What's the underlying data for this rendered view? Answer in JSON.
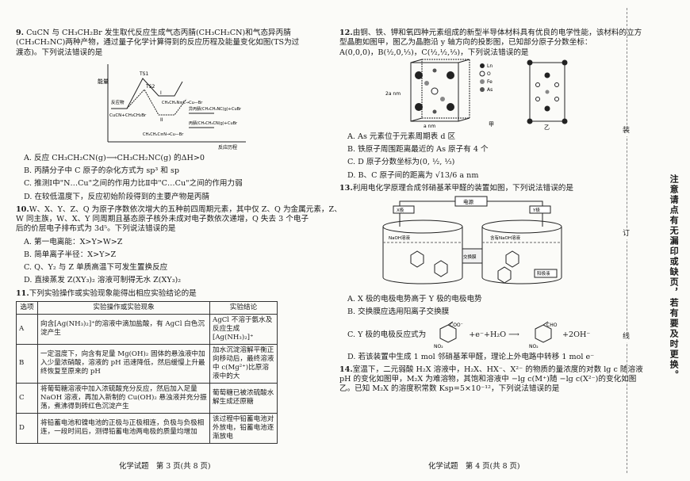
{
  "left": {
    "q9": {
      "num": "9.",
      "lines": [
        "CuCN 与 CH₃CH₂Br 发生取代反应生成气态丙腈(CH₃CH₂CN)和气态异丙腈",
        "(CH₃CH₂NC)两种产物，通过量子化学计算得到的反应历程及能量变化如图(TS为过",
        "渡态)。下列说法错误的是"
      ],
      "figure_labels": {
        "y_axis": "能量",
        "x_axis": "反应历程",
        "ts1": "TS1",
        "ts2": "TS2",
        "reactant": "CuCN+CH₃CH₂Br",
        "start_label": "反应物",
        "i_label": "I",
        "ii_label": "II",
        "p1": "丙腈(CH₃CH₂CN(g)+CuBr",
        "p2": "异丙腈(CH₃CH₂NC(g)+CuBr",
        "im1": "CH₃CH₂N≡C→Cu—Br",
        "im2": "CH₃CH₂C≡N→Cu—Br"
      },
      "options": [
        "A. 反应 CH₃CH₂CN(g)⟶CH₃CH₂NC(g) 的ΔH>0",
        "B. 丙腈分子中 C 原子的杂化方式为 sp³ 和 sp",
        "C. 推测Ⅰ中\"N…Cu\"之间的作用力比Ⅱ中\"C…Cu\"之间的作用力弱",
        "D. 在较低温度下，反应初始阶段得到的主要产物是丙腈"
      ]
    },
    "q10": {
      "num": "10.",
      "lines": [
        "W、X、Y、Z、Q 为原子序数依次增大的五种前四周期元素，其中仅 Z、Q 为金属元素，Z、",
        "W 同主族，W、X、Y 同周期且基态原子核外未成对电子数依次递增，Q 失去 3 个电子",
        "后的价层电子排布式为 3d⁵。下列说法错误的是"
      ],
      "options": [
        "A. 第一电离能：X>Y>W>Z",
        "B. 简单离子半径：X>Y>Z",
        "C. Q、Y₂ 与 Z 单质高温下可发生置换反应",
        "D. 直接蒸发 Z(XY₃)₂ 溶液可制得无水 Z(XY₃)₂"
      ]
    },
    "q11": {
      "num": "11.",
      "lines": [
        "下列实验操作或实验现象能得出相应实验结论的是"
      ],
      "table": {
        "headers": [
          "选项",
          "实验操作或实验现象",
          "实验结论"
        ],
        "rows": [
          {
            "opt": "A",
            "op": "向含[Ag(NH₃)₂]⁺的溶液中滴加盐酸，有 AgCl 白色沉淀产生",
            "con": "AgCl 不溶于氨水及反应生成[Ag(NH₃)₂]⁺"
          },
          {
            "opt": "B",
            "op": "一定温度下，向含有足量 Mg(OH)₂ 固体的悬浊液中加入少量浓硝酸，溶液的 pH 迅速降低，然后缓慢上升最终恢复至原来的 pH",
            "con": "加水沉淀溶解平衡正向移动后，最终溶液中 c(Mg²⁺)比原溶液中的大"
          },
          {
            "opt": "C",
            "op": "将葡萄糖溶液中加入浓硫酸充分反应，然后加入足量 NaOH 溶液，再加入新制的 Cu(OH)₂ 悬浊液并充分振荡，煮沸得到砖红色沉淀产生",
            "con": "葡萄糖已被浓硫酸水解生成还原糖"
          },
          {
            "opt": "D",
            "op": "将铅蓄电池和镍电池的正极与正极相连，负极与负极相连，一段时间后，测得铅蓄电池两电极的质量均增加",
            "con": "该过程中铅蓄电池对外放电，铅蓄电池逐渐放电"
          }
        ]
      }
    },
    "footer": "化学试题　第 3 页(共 8 页)"
  },
  "right": {
    "q12": {
      "num": "12.",
      "lines": [
        "由铜、铁、钾和氧四种元素组成的新型半导体材料具有优良的电学性能，该材料的立方",
        "型晶胞如图甲，图乙为晶胞沿 y 轴方向的投影图，已知部分原子分数坐标：",
        "A(0,0,0)，B(½,0,⅓)，C(½,½,⅓)，下列说法错误的是"
      ],
      "legend": [
        "Ln",
        "O",
        "Fe",
        "As"
      ],
      "dim_a": "a nm",
      "dim_2a": "2a nm",
      "fig_a": "甲",
      "fig_b": "乙",
      "options": [
        "A. As 元素位于元素周期表 d 区",
        "B. 铁原子周围距离最近的 As 原子有 4 个",
        "C. D 原子分数坐标为(0, ½, ⅓)",
        "D. B、C 原子间的距离为 √13/6 a nm"
      ]
    },
    "q13": {
      "num": "13.",
      "lines": [
        "利用电化学原理合成邻硝基苯甲醛的装置如图，下列说法错误的是"
      ],
      "labels": {
        "x_elec": "X极",
        "y_elec": "Y极",
        "power": "电源",
        "membrane": "交换膜",
        "left_sol": "NaOH溶液",
        "right_sol": "含有NaOH溶液",
        "right_tag": "阳极液"
      },
      "options": [
        "A. X 极的电极电势高于 Y 极的电极电势",
        "B. 交换膜应选用阳离子交换膜",
        "C. Y 极的电极反应式为",
        "D. 若该装置中生成 1 mol 邻硝基苯甲醛，理论上外电路中转移 1 mol e⁻"
      ],
      "eq_mid": "+e⁻+H₂O ⟶",
      "eq_end": "+2OH⁻",
      "coo": "COO⁻",
      "cho": "CHO",
      "no2": "NO₂"
    },
    "q14": {
      "num": "14.",
      "lines": [
        "室温下，二元弱酸 H₂X 溶液中，H₂X、HX⁻、X²⁻ 的物质的量浓度的对数 lg c 随溶液",
        "pH 的变化如图甲，M₂X 为难溶物，其饱和溶液中 −lg c(M⁺)随 −lg c(X²⁻)的变化如图",
        "乙。已知 M₂X 的溶度积常数 Ksp=5×10⁻¹²，下列说法错误的是"
      ]
    },
    "footer": "化学试题　第 4 页(共 8 页)"
  },
  "binding": {
    "chars": [
      "装",
      "订",
      "线"
    ],
    "note": "注意请点有无漏印或缺页，若有要及时更换。"
  }
}
